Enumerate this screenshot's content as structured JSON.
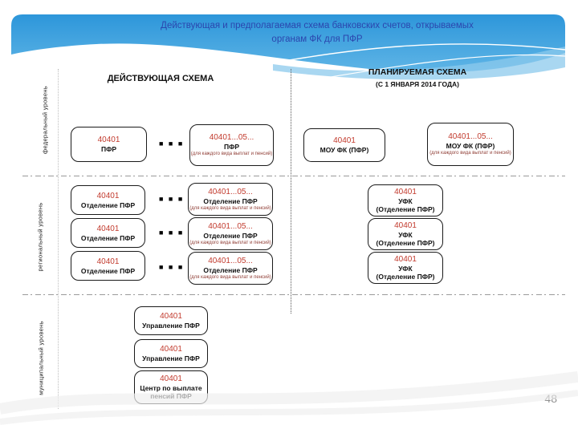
{
  "slide": {
    "title_line1": "Действующая и предполагаемая схема банковских счетов, открываемых",
    "title_line2": "органам ФК для ПФР",
    "page_number": "48"
  },
  "levels": {
    "federal": "федеральный уровень",
    "regional": "региональный уровень",
    "municipal": "муниципальный уровень"
  },
  "icons": {
    "ellipsis_symbol": "■ ■ ■"
  },
  "colors": {
    "account_red": "#C23B2E",
    "caption_red": "#8F3C34",
    "title_blue": "#2B46AE",
    "banner_blue": "#2E97DB"
  },
  "current_scheme": {
    "title": "ДЕЙСТВУЮЩАЯ СХЕМА",
    "federal": {
      "box1": {
        "account": "40401",
        "name": "ПФР"
      },
      "box2": {
        "account": "40401...05...",
        "name": "ПФР",
        "caption": "(для каждого вида выплат и пенсий)"
      }
    },
    "regional": {
      "rows": [
        {
          "left": {
            "account": "40401",
            "name": "Отделение ПФР"
          },
          "right": {
            "account": "40401...05...",
            "name": "Отделение ПФР",
            "caption": "(для каждого вида выплат и пенсий)"
          }
        },
        {
          "left": {
            "account": "40401",
            "name": "Отделение ПФР"
          },
          "right": {
            "account": "40401...05...",
            "name": "Отделение ПФР",
            "caption": "(для каждого вида выплат и пенсий)"
          }
        },
        {
          "left": {
            "account": "40401",
            "name": "Отделение ПФР"
          },
          "right": {
            "account": "40401...05...",
            "name": "Отделение ПФР",
            "caption": "(для каждого вида выплат и пенсий)"
          }
        }
      ]
    },
    "municipal": {
      "boxes": [
        {
          "account": "40401",
          "name": "Управление ПФР"
        },
        {
          "account": "40401",
          "name": "Управление ПФР"
        },
        {
          "account": "40401",
          "name": "Центр по выплате пенсий ПФР"
        }
      ]
    }
  },
  "planned_scheme": {
    "title": "ПЛАНИРУЕМАЯ СХЕМА",
    "subtitle": "(С 1 ЯНВАРЯ 2014 ГОДА)",
    "federal": {
      "box1": {
        "account": "40401",
        "name": "МОУ ФК (ПФР)"
      },
      "box2": {
        "account": "40401...05...",
        "name": "МОУ ФК (ПФР)",
        "caption": "(для каждого вида выплат и пенсий)"
      }
    },
    "regional": {
      "boxes": [
        {
          "account": "40401",
          "name": "УФК",
          "name2": "(Отделение ПФР)"
        },
        {
          "account": "40401",
          "name": "УФК",
          "name2": "(Отделение ПФР)"
        },
        {
          "account": "40401",
          "name": "УФК",
          "name2": "(Отделение ПФР)"
        }
      ]
    }
  }
}
